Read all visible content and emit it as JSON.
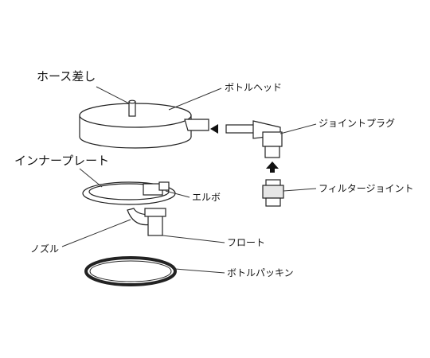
{
  "labels": {
    "hose": "ホース差し",
    "bottle_head": "ボトルヘッド",
    "joint_plug": "ジョイントプラグ",
    "inner_plate": "インナープレート",
    "filter_joint": "フィルタージョイント",
    "elbow": "エルボ",
    "nozzle": "ノズル",
    "float": "フロート",
    "bottle_packing": "ボトルパッキン"
  }
}
